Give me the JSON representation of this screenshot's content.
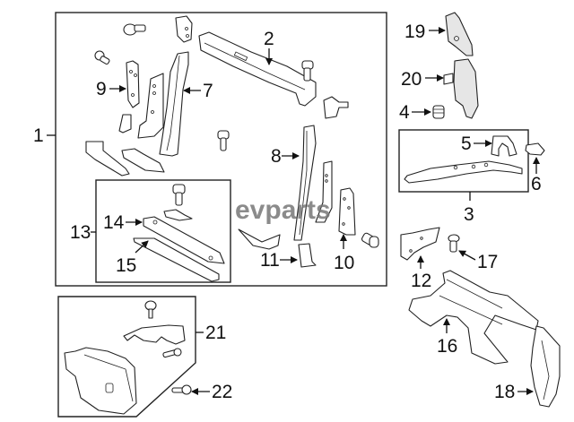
{
  "diagram": {
    "type": "exploded parts diagram",
    "watermark": "evparts",
    "callouts": [
      {
        "id": "1",
        "label": "1"
      },
      {
        "id": "2",
        "label": "2"
      },
      {
        "id": "3",
        "label": "3"
      },
      {
        "id": "4",
        "label": "4"
      },
      {
        "id": "5",
        "label": "5"
      },
      {
        "id": "6",
        "label": "6"
      },
      {
        "id": "7",
        "label": "7"
      },
      {
        "id": "8",
        "label": "8"
      },
      {
        "id": "9",
        "label": "9"
      },
      {
        "id": "10",
        "label": "10"
      },
      {
        "id": "11",
        "label": "11"
      },
      {
        "id": "12",
        "label": "12"
      },
      {
        "id": "13",
        "label": "13"
      },
      {
        "id": "14",
        "label": "14"
      },
      {
        "id": "15",
        "label": "15"
      },
      {
        "id": "16",
        "label": "16"
      },
      {
        "id": "17",
        "label": "17"
      },
      {
        "id": "18",
        "label": "18"
      },
      {
        "id": "19",
        "label": "19"
      },
      {
        "id": "20",
        "label": "20"
      },
      {
        "id": "21",
        "label": "21"
      },
      {
        "id": "22",
        "label": "22"
      }
    ]
  }
}
